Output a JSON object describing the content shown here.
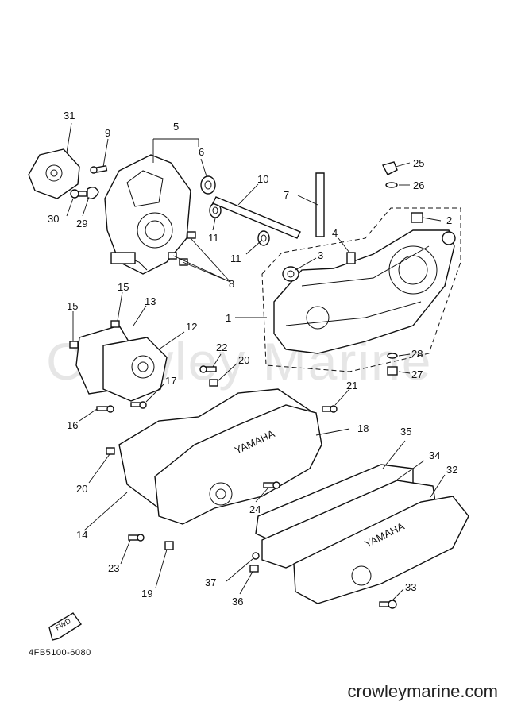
{
  "watermark": "Crowley Marine",
  "diagram_code": "4FB5100-6080",
  "site": "crowleymarine.com",
  "fwd_label": "FWD",
  "brand_mark": "YAMAHA",
  "callouts": {
    "c1": "1",
    "c2": "2",
    "c3": "3",
    "c4": "4",
    "c5": "5",
    "c6": "6",
    "c7": "7",
    "c8": "8",
    "c9": "9",
    "c10": "10",
    "c11a": "11",
    "c11b": "11",
    "c12": "12",
    "c13": "13",
    "c14": "14",
    "c15a": "15",
    "c15b": "15",
    "c16": "16",
    "c17": "17",
    "c18": "18",
    "c19": "19",
    "c20a": "20",
    "c20b": "20",
    "c21": "21",
    "c22": "22",
    "c23": "23",
    "c24": "24",
    "c25": "25",
    "c26": "26",
    "c27": "27",
    "c28": "28",
    "c29": "29",
    "c30": "30",
    "c31": "31",
    "c32": "32",
    "c33": "33",
    "c34": "34",
    "c35": "35",
    "c36": "36",
    "c37": "37"
  }
}
